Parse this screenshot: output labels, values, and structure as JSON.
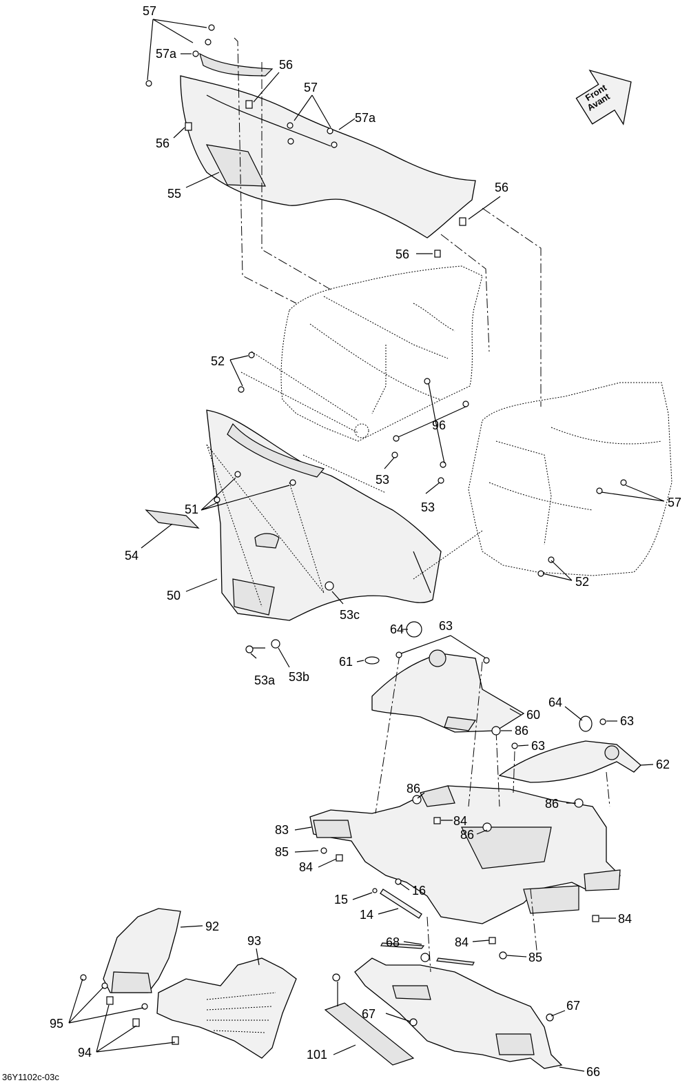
{
  "drawing_code": "36Y1102c-03c",
  "direction_badge": {
    "line1": "Front",
    "line2": "Avant"
  },
  "callouts": [
    {
      "id": "c57-top",
      "text": "57"
    },
    {
      "id": "c57a-top",
      "text": "57a"
    },
    {
      "id": "c56-top",
      "text": "56"
    },
    {
      "id": "c57-mid",
      "text": "57"
    },
    {
      "id": "c57a-mid",
      "text": "57a"
    },
    {
      "id": "c56-left",
      "text": "56"
    },
    {
      "id": "c55",
      "text": "55"
    },
    {
      "id": "c56-right",
      "text": "56"
    },
    {
      "id": "c56-center",
      "text": "56"
    },
    {
      "id": "c52-left",
      "text": "52"
    },
    {
      "id": "c96",
      "text": "96"
    },
    {
      "id": "c53-center",
      "text": "53"
    },
    {
      "id": "c53-right",
      "text": "53"
    },
    {
      "id": "c57-right",
      "text": "57"
    },
    {
      "id": "c51",
      "text": "51"
    },
    {
      "id": "c54",
      "text": "54"
    },
    {
      "id": "c50",
      "text": "50"
    },
    {
      "id": "c52-right",
      "text": "52"
    },
    {
      "id": "c53c",
      "text": "53c"
    },
    {
      "id": "c64-top",
      "text": "64"
    },
    {
      "id": "c63-top",
      "text": "63"
    },
    {
      "id": "c61",
      "text": "61"
    },
    {
      "id": "c53a",
      "text": "53a"
    },
    {
      "id": "c53b",
      "text": "53b"
    },
    {
      "id": "c60",
      "text": "60"
    },
    {
      "id": "c64-right",
      "text": "64"
    },
    {
      "id": "c63-right",
      "text": "63"
    },
    {
      "id": "c86-top",
      "text": "86"
    },
    {
      "id": "c63-lower",
      "text": "63"
    },
    {
      "id": "c62",
      "text": "62"
    },
    {
      "id": "c86-left",
      "text": "86"
    },
    {
      "id": "c86-right",
      "text": "86"
    },
    {
      "id": "c84-top",
      "text": "84"
    },
    {
      "id": "c83",
      "text": "83"
    },
    {
      "id": "c86-center",
      "text": "86"
    },
    {
      "id": "c85-left",
      "text": "85"
    },
    {
      "id": "c84-left",
      "text": "84"
    },
    {
      "id": "c16",
      "text": "16"
    },
    {
      "id": "c15",
      "text": "15"
    },
    {
      "id": "c14",
      "text": "14"
    },
    {
      "id": "c84-right",
      "text": "84"
    },
    {
      "id": "c92",
      "text": "92"
    },
    {
      "id": "c93",
      "text": "93"
    },
    {
      "id": "c68",
      "text": "68"
    },
    {
      "id": "c84-bottom",
      "text": "84"
    },
    {
      "id": "c85-right",
      "text": "85"
    },
    {
      "id": "c95",
      "text": "95"
    },
    {
      "id": "c67-center",
      "text": "67"
    },
    {
      "id": "c67-right",
      "text": "67"
    },
    {
      "id": "c94",
      "text": "94"
    },
    {
      "id": "c101",
      "text": "101"
    },
    {
      "id": "c66",
      "text": "66"
    }
  ]
}
